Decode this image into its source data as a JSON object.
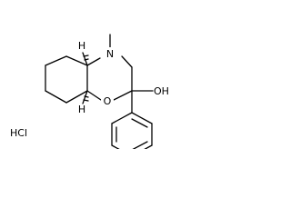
{
  "molecule": {
    "atoms": {
      "nitrogen": "N",
      "ring_oxygen": "O",
      "hydroxyl": "OH",
      "stereo_h_top": "H",
      "stereo_h_bottom": "H"
    },
    "salt": "HCl"
  },
  "colors": {
    "ink": "#000000",
    "background": "#ffffff"
  }
}
